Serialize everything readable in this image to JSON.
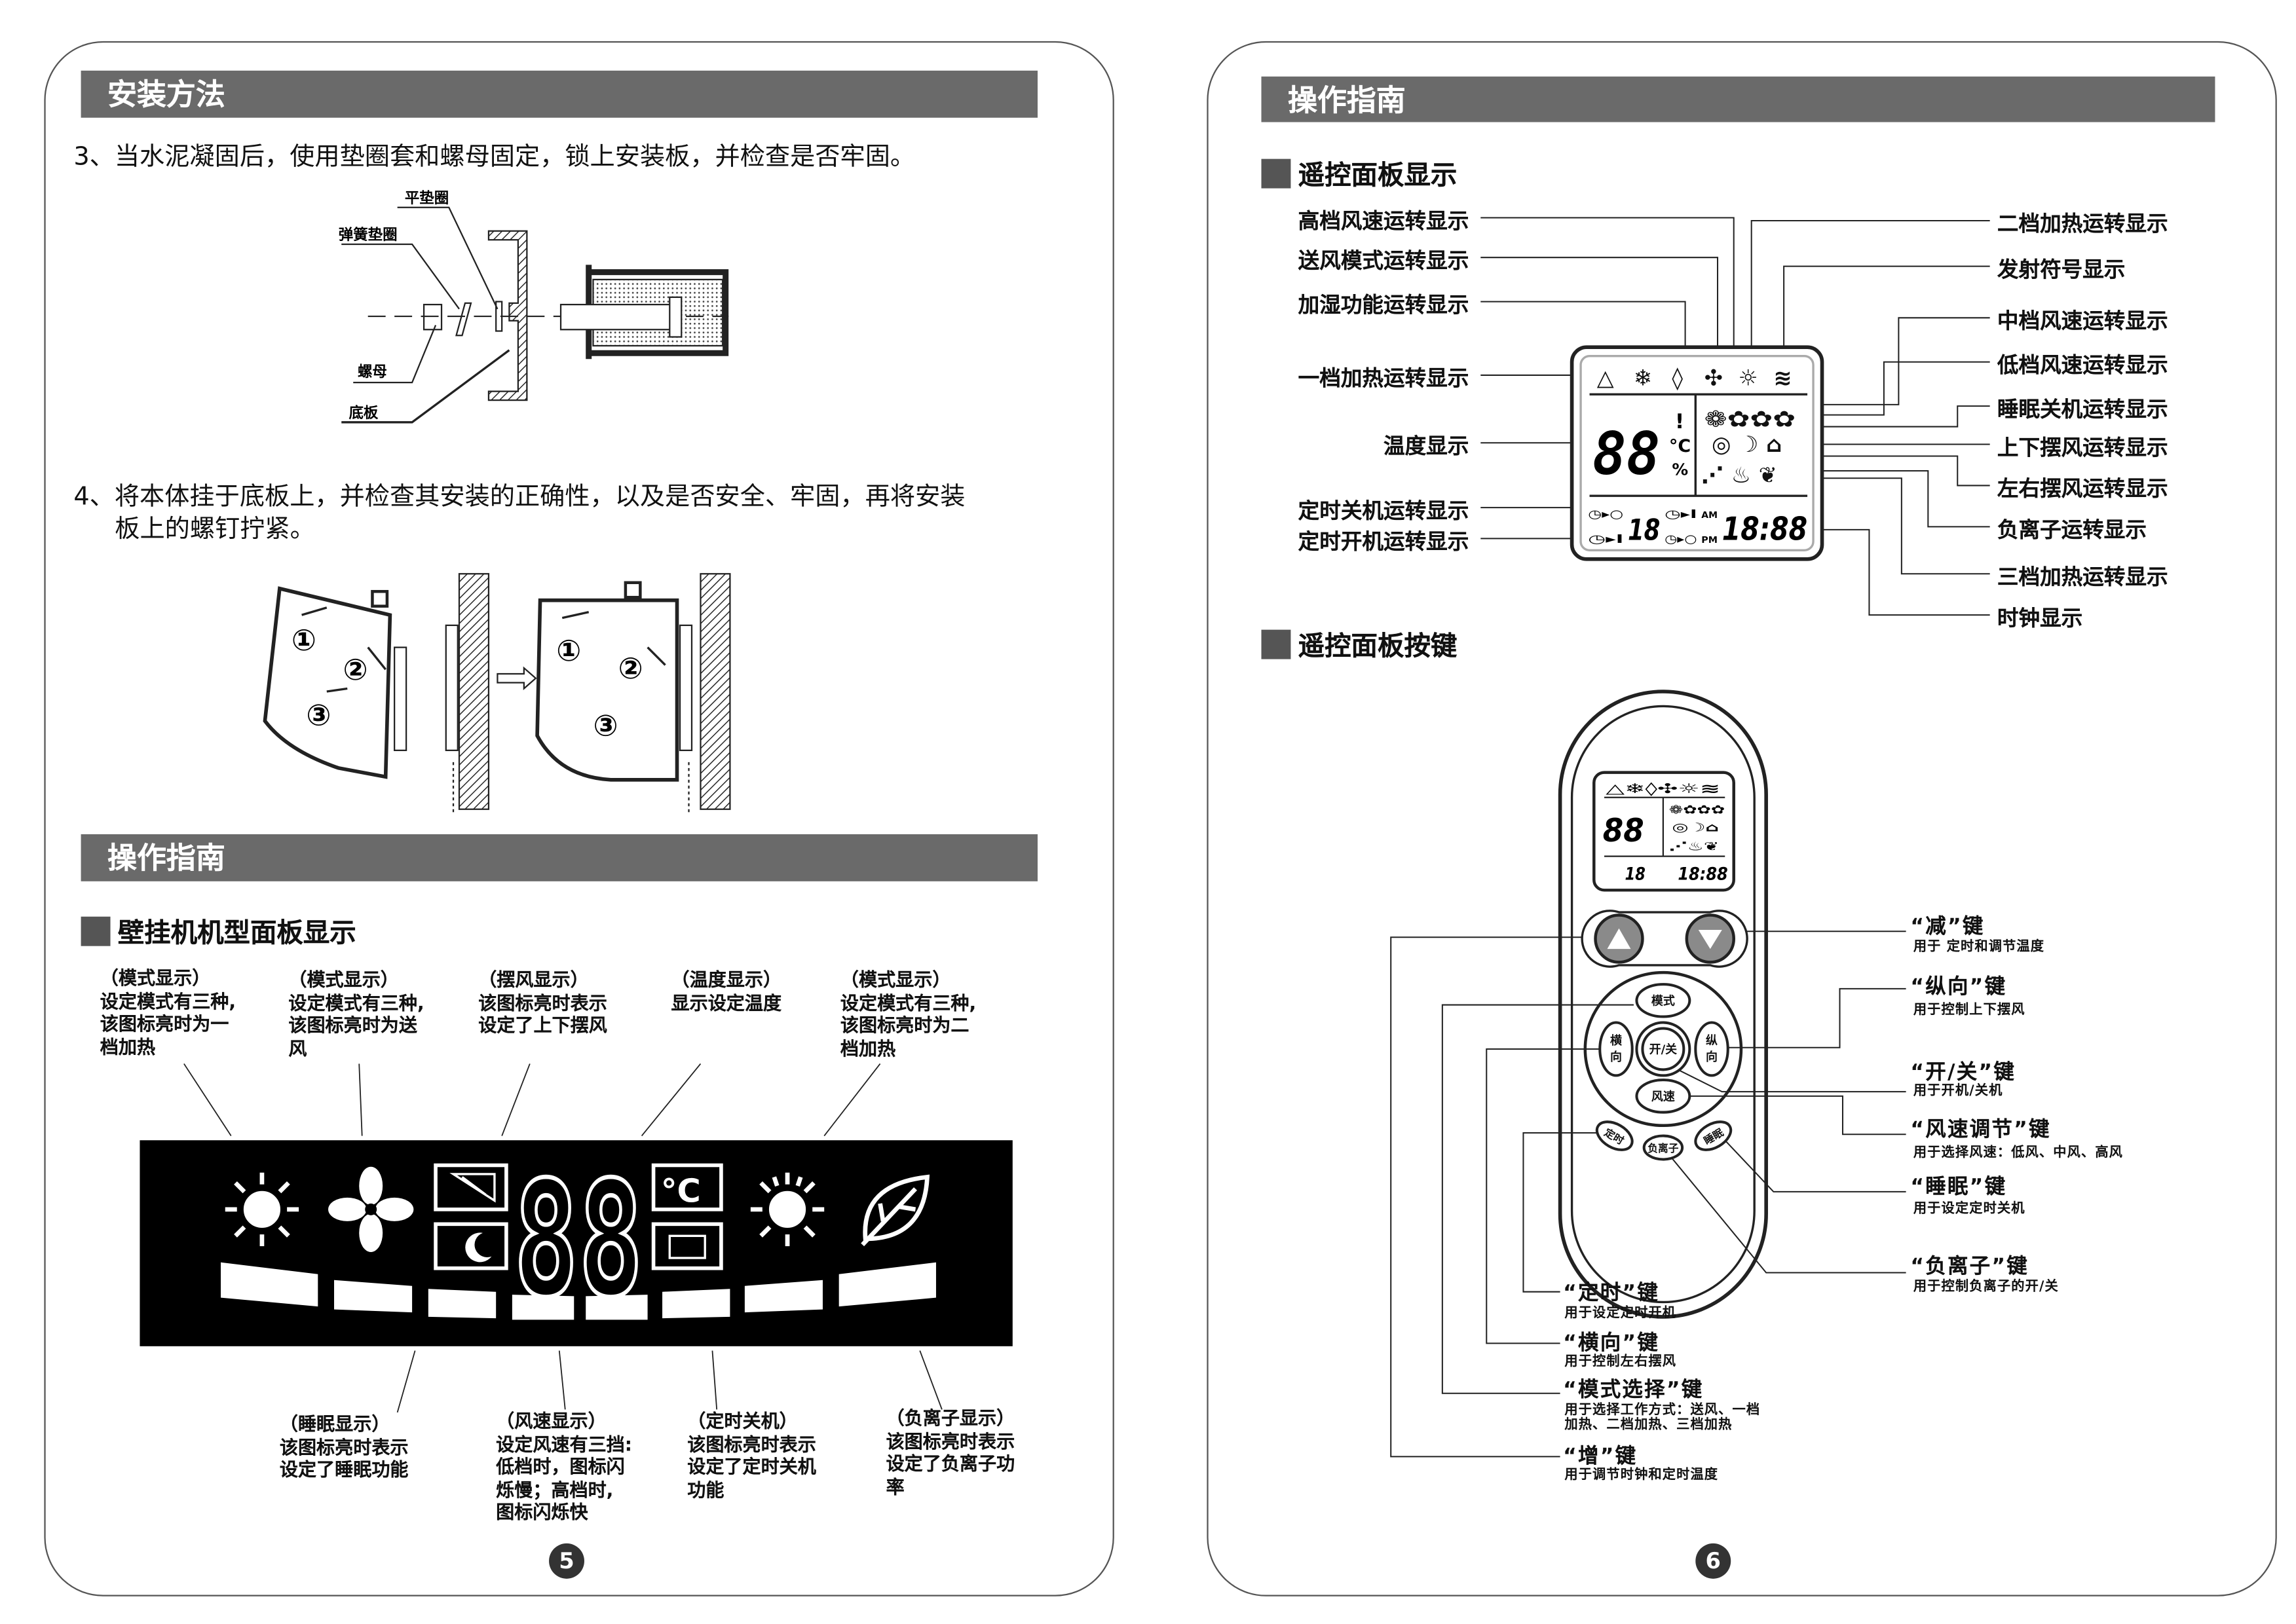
{
  "left_page": {
    "header1": "安装方法",
    "step3": "3、当水泥凝固后，使用垫圈套和螺母固定，锁上安装板，并检查是否牢固。",
    "washer_labels": {
      "flat_washer": "平垫圈",
      "spring_washer": "弹簧垫圈",
      "nut": "螺母",
      "base_plate": "底板"
    },
    "step4_line1": "4、将本体挂于底板上，并检查其安装的正确性，以及是否安全、牢固，再将安装",
    "step4_line2": "板上的螺钉拧紧。",
    "steps": [
      "①",
      "②",
      "③"
    ],
    "header2": "操作指南",
    "section": "壁挂机机型面板显示",
    "top_annotations": [
      "（模式显示）\n设定模式有三种,\n该图标亮时为一\n档加热",
      "（模式显示）\n设定模式有三种,\n该图标亮时为送\n风",
      "（摆风显示）\n该图标亮时表示\n设定了上下摆风",
      "（温度显示）\n显示设定温度",
      "（模式显示）\n设定模式有三种,\n该图标亮时为二\n档加热"
    ],
    "bottom_annotations": [
      "（睡眠显示）\n该图标亮时表示\n设定了睡眠功能",
      "（风速显示）\n设定风速有三挡:\n低档时，图标闪\n烁慢；高档时,\n图标闪烁快",
      "（定时关机）\n该图标亮时表示\n设定了定时关机\n功能",
      "（负离子显示）\n该图标亮时表示\n设定了负离子功\n率"
    ],
    "panel": {
      "digits": "88",
      "celsius": "°C"
    },
    "page_number": "5"
  },
  "right_page": {
    "header": "操作指南",
    "section1": "遥控面板显示",
    "lcd_left_labels": [
      "高档风速运转显示",
      "送风模式运转显示",
      "加湿功能运转显示",
      "一档加热运转显示",
      "温度显示",
      "定时关机运转显示",
      "定时开机运转显示"
    ],
    "lcd_right_labels": [
      "二档加热运转显示",
      "发射符号显示",
      "中档风速运转显示",
      "低档风速运转显示",
      "睡眠关机运转显示",
      "上下摆风运转显示",
      "左右摆风运转显示",
      "负离子运转显示",
      "三档加热运转显示",
      "时钟显示"
    ],
    "lcd": {
      "temp": "88",
      "celsius": "°C",
      "percent": "%",
      "timer": "18",
      "am": "AM",
      "pm": "PM",
      "clock": "18:88"
    },
    "section2": "遥控面板按键",
    "remote_buttons": {
      "mode": "模式",
      "horizontal": "横\n向",
      "power": "开/关",
      "vertical": "纵\n向",
      "fan": "风速",
      "timer": "定时",
      "ion": "负离子",
      "sleep": "睡眠"
    },
    "key_right": [
      {
        "title": "“减”键",
        "desc": "用于 定时和调节温度"
      },
      {
        "title": "“纵向”键",
        "desc": "用于控制上下摆风"
      },
      {
        "title": "“开/关”键",
        "desc": "用于开机/关机"
      },
      {
        "title": "“风速调节”键",
        "desc": "用于选择风速：低风、中风、高风"
      },
      {
        "title": "“睡眠”键",
        "desc": "用于设定定时关机"
      },
      {
        "title": "“负离子”键",
        "desc": "用于控制负离子的开/关"
      }
    ],
    "key_left": [
      {
        "title": "“定时”键",
        "desc": "用于设定定时开机"
      },
      {
        "title": "“横向”键",
        "desc": "用于控制左右摆风"
      },
      {
        "title": "“模式选择”键",
        "desc": "用于选择工作方式：送风、一档\n加热、二档加热、三档加热"
      },
      {
        "title": "“增”键",
        "desc": "用于调节时钟和定时温度"
      }
    ],
    "page_number": "6"
  },
  "colors": {
    "header_bar": "#6a6a6a",
    "panel_bg": "#000000",
    "button_gray": "#8a8a8a"
  }
}
